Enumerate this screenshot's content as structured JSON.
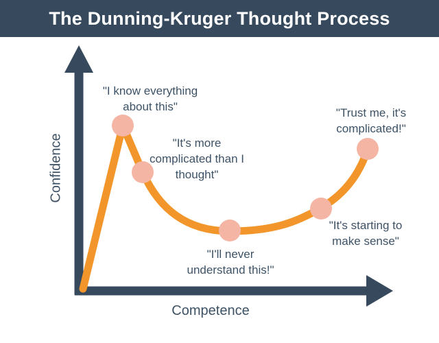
{
  "header": {
    "title": "The Dunning-Kruger Thought Process"
  },
  "colors": {
    "header_bg": "#37495C",
    "axis_slate": "#37495C",
    "curve_orange": "#F2962B",
    "dot_salmon": "#F4B5A4",
    "text_slate": "#3E5266",
    "background": "#FFFFFF"
  },
  "axis_labels": {
    "x": "Competence",
    "y": "Confidence"
  },
  "annotations": [
    {
      "lines": [
        "\"I know everything",
        "about this\""
      ]
    },
    {
      "lines": [
        "\"It's more",
        "complicated than I",
        "thought\""
      ]
    },
    {
      "lines": [
        "\"I'll never",
        "understand this!\""
      ]
    },
    {
      "lines": [
        "\"It's starting to",
        "make sense\""
      ]
    },
    {
      "lines": [
        "\"Trust me, it's",
        "complicated!\""
      ]
    }
  ],
  "chart_data": {
    "type": "line",
    "title": "The Dunning-Kruger Thought Process",
    "xlabel": "Competence",
    "ylabel": "Confidence",
    "grid": false,
    "axis_ticks": false,
    "axis_arrows": true,
    "curve_color": "#F2962B",
    "point_color": "#F4B5A4",
    "x_range_norm": [
      0,
      1
    ],
    "y_range_norm": [
      0,
      1
    ],
    "curve_points_norm": [
      {
        "competence": 0.01,
        "confidence": 0.01,
        "label": null
      },
      {
        "competence": 0.15,
        "confidence": 0.75,
        "label": "\"I know everything about this\""
      },
      {
        "competence": 0.22,
        "confidence": 0.54,
        "label": "\"It's more complicated than I thought\""
      },
      {
        "competence": 0.52,
        "confidence": 0.27,
        "label": "\"I'll never understand this!\""
      },
      {
        "competence": 0.84,
        "confidence": 0.37,
        "label": "\"It's starting to make sense\""
      },
      {
        "competence": 1.0,
        "confidence": 0.65,
        "label": "\"Trust me, it's complicated!\""
      }
    ]
  }
}
